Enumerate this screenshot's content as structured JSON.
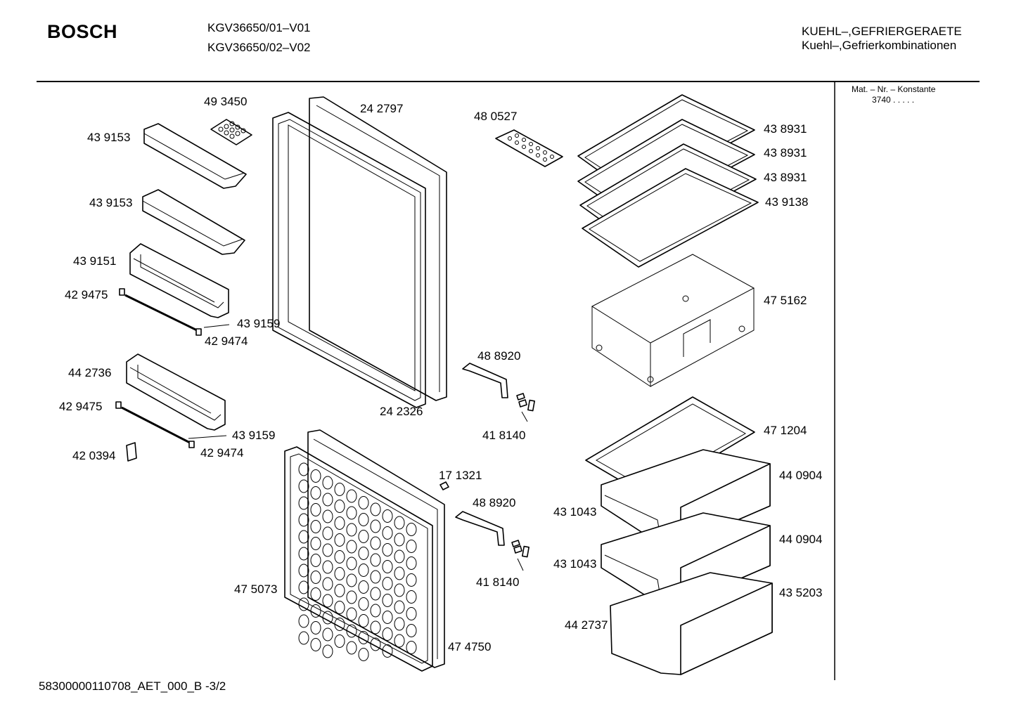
{
  "brand": "BOSCH",
  "models": [
    "KGV36650/01–V01",
    "KGV36650/02–V02"
  ],
  "category": [
    "KUEHL–,GEFRIERGERAETE",
    "Kuehl–,Gefrierkombinationen"
  ],
  "meta": {
    "label": "Mat. – Nr. – Konstante",
    "value": "3740 .  .  .  .  ."
  },
  "footer": "58300000110708_AET_000_B -3/2",
  "parts": [
    {
      "id": "p1",
      "text": "49 3450"
    },
    {
      "id": "p2",
      "text": "43 9153"
    },
    {
      "id": "p3",
      "text": "43 9153"
    },
    {
      "id": "p4",
      "text": "43 9151"
    },
    {
      "id": "p5",
      "text": "42 9475"
    },
    {
      "id": "p6",
      "text": "43 9159"
    },
    {
      "id": "p7",
      "text": "42 9474"
    },
    {
      "id": "p8",
      "text": "44 2736"
    },
    {
      "id": "p9",
      "text": "42 9475"
    },
    {
      "id": "p10",
      "text": "43 9159"
    },
    {
      "id": "p11",
      "text": "42 9474"
    },
    {
      "id": "p12",
      "text": "42 0394"
    },
    {
      "id": "p13",
      "text": "24 2797"
    },
    {
      "id": "p14",
      "text": "24 2326"
    },
    {
      "id": "p15",
      "text": "48 0527"
    },
    {
      "id": "p16",
      "text": "48 8920"
    },
    {
      "id": "p17",
      "text": "41 8140"
    },
    {
      "id": "p18",
      "text": "17 1321"
    },
    {
      "id": "p19",
      "text": "48 8920"
    },
    {
      "id": "p20",
      "text": "41 8140"
    },
    {
      "id": "p21",
      "text": "47 5073"
    },
    {
      "id": "p22",
      "text": "47 4750"
    },
    {
      "id": "p23",
      "text": "43 8931"
    },
    {
      "id": "p24",
      "text": "43 8931"
    },
    {
      "id": "p25",
      "text": "43 8931"
    },
    {
      "id": "p26",
      "text": "43 9138"
    },
    {
      "id": "p27",
      "text": "47 5162"
    },
    {
      "id": "p28",
      "text": "47 1204"
    },
    {
      "id": "p29",
      "text": "44 0904"
    },
    {
      "id": "p30",
      "text": "43 1043"
    },
    {
      "id": "p31",
      "text": "44 0904"
    },
    {
      "id": "p32",
      "text": "43 1043"
    },
    {
      "id": "p33",
      "text": "43 5203"
    },
    {
      "id": "p34",
      "text": "44 2737"
    }
  ]
}
